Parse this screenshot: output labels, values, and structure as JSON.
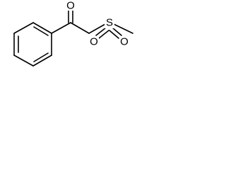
{
  "molecule": {
    "atoms": {
      "carbonyl_oxygen": "O",
      "sulfur": "S",
      "sulfonyl_oxygen_left": "O",
      "sulfonyl_oxygen_right": "O"
    }
  }
}
